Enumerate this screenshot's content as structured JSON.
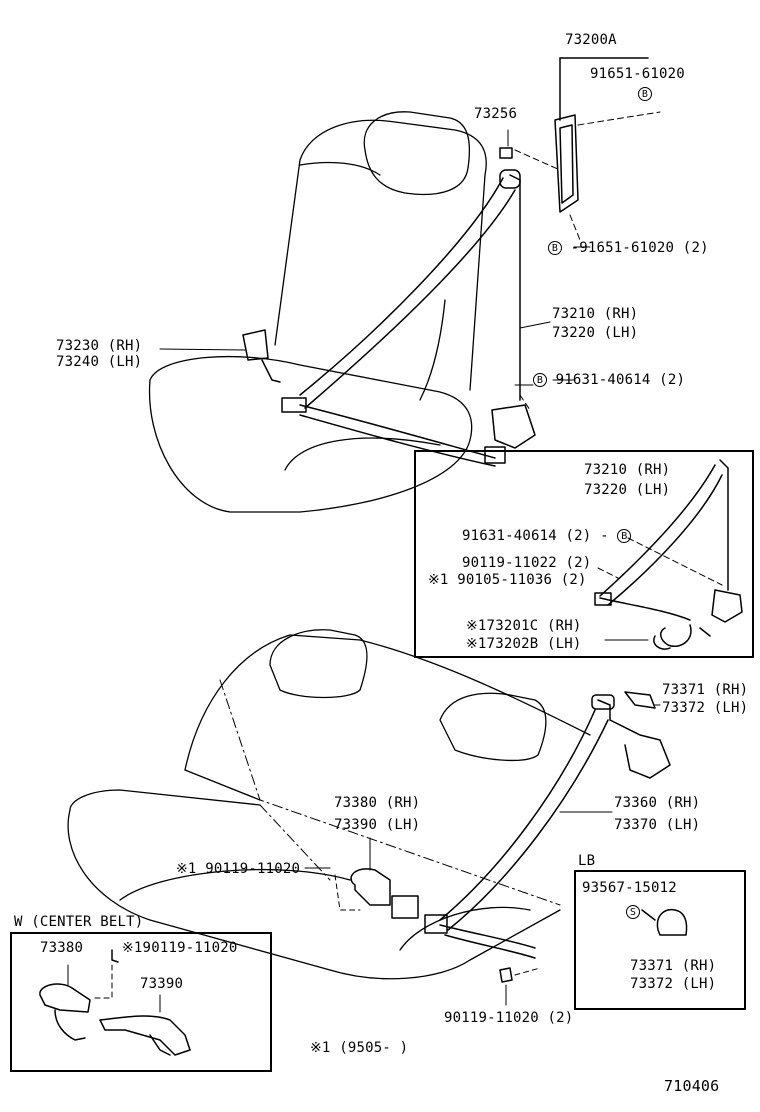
{
  "diagram_id": "710406",
  "note": "※1 (9505-        )",
  "front": {
    "assembly": "73200A",
    "bolt_top": "91651-61020",
    "clip": "73256",
    "bolt_lower": "91651-61020 (2)",
    "outer_rh": "73210 (RH)",
    "outer_lh": "73220 (LH)",
    "buckle_rh": "73230 (RH)",
    "buckle_lh": "73240 (LH)",
    "anchor_bolt": "91631-40614 (2)",
    "marker_b": "B"
  },
  "inset": {
    "outer_rh": "73210 (RH)",
    "outer_lh": "73220 (LH)",
    "anchor_bolt": "91631-40614 (2)",
    "bolt_a": "90119-11022 (2)",
    "bolt_b": "※1 90105-11036 (2)",
    "harness_rh": "※173201C (RH)",
    "harness_lh": "※173202B (LH)",
    "marker_b": "B"
  },
  "rear": {
    "cover_rh": "73371 (RH)",
    "cover_lh": "73372 (LH)",
    "buckle_rh": "73380 (RH)",
    "buckle_lh": "73390 (LH)",
    "belt_rh": "73360 (RH)",
    "belt_lh": "73370 (LH)",
    "bolt": "※1 90119-11020",
    "bolt_lower": "90119-11020 (2)"
  },
  "center_belt": {
    "title": "W (CENTER BELT)",
    "part_a": "73380",
    "bolt": "※190119-11020",
    "part_b": "73390"
  },
  "lb": {
    "title": "LB",
    "screw": "93567-15012",
    "marker_s": "S",
    "cover_rh": "73371 (RH)",
    "cover_lh": "73372 (LH)"
  }
}
